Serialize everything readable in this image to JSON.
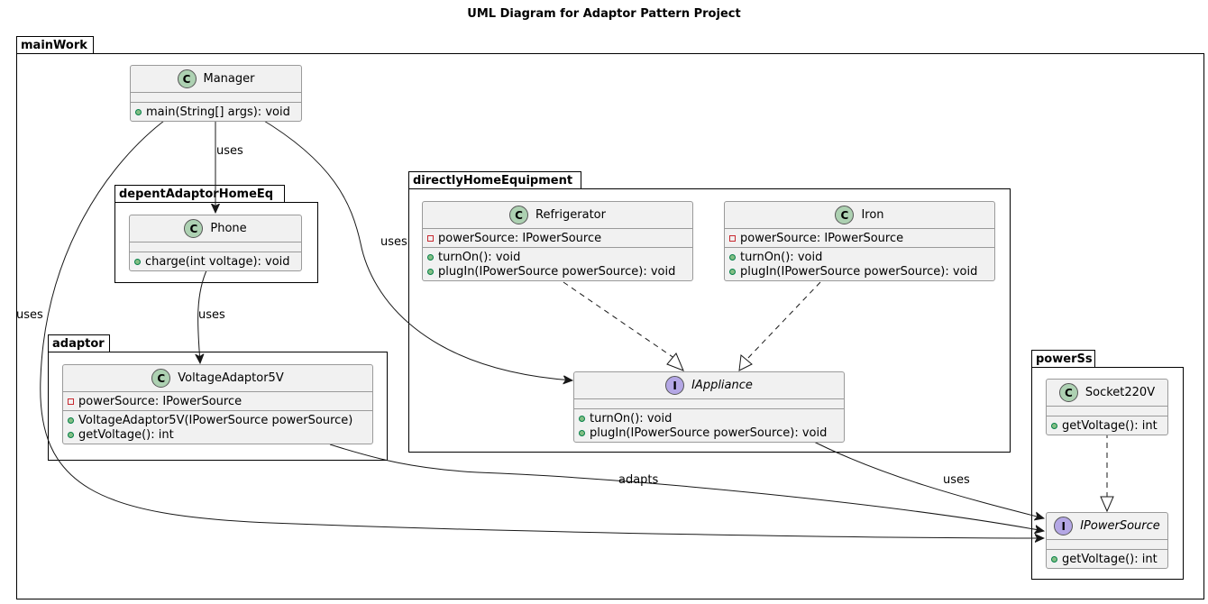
{
  "diagram": {
    "title": "UML Diagram for Adaptor Pattern Project",
    "packages": {
      "mainWork": "mainWork",
      "depentAdaptorHomeEq": "depentAdaptorHomeEq",
      "adaptor": "adaptor",
      "directlyHomeEquipment": "directlyHomeEquipment",
      "powerSs": "powerSs"
    },
    "classes": {
      "manager": {
        "kind": "class",
        "stereotype": "C",
        "name": "Manager",
        "fields": [],
        "methods": [
          {
            "vis": "public",
            "text": "main(String[] args): void"
          }
        ]
      },
      "phone": {
        "kind": "class",
        "stereotype": "C",
        "name": "Phone",
        "fields": [],
        "methods": [
          {
            "vis": "public",
            "text": "charge(int voltage): void"
          }
        ]
      },
      "voltage_adaptor": {
        "kind": "class",
        "stereotype": "C",
        "name": "VoltageAdaptor5V",
        "fields": [
          {
            "vis": "private",
            "text": "powerSource: IPowerSource"
          }
        ],
        "methods": [
          {
            "vis": "public",
            "text": "VoltageAdaptor5V(IPowerSource powerSource)"
          },
          {
            "vis": "public",
            "text": "getVoltage(): int"
          }
        ]
      },
      "refrigerator": {
        "kind": "class",
        "stereotype": "C",
        "name": "Refrigerator",
        "fields": [
          {
            "vis": "private",
            "text": "powerSource: IPowerSource"
          }
        ],
        "methods": [
          {
            "vis": "public",
            "text": "turnOn(): void"
          },
          {
            "vis": "public",
            "text": "plugIn(IPowerSource powerSource): void"
          }
        ]
      },
      "iron": {
        "kind": "class",
        "stereotype": "C",
        "name": "Iron",
        "fields": [
          {
            "vis": "private",
            "text": "powerSource: IPowerSource"
          }
        ],
        "methods": [
          {
            "vis": "public",
            "text": "turnOn(): void"
          },
          {
            "vis": "public",
            "text": "plugIn(IPowerSource powerSource): void"
          }
        ]
      },
      "iappliance": {
        "kind": "interface",
        "stereotype": "I",
        "name": "IAppliance",
        "fields": [],
        "methods": [
          {
            "vis": "public",
            "text": "turnOn(): void"
          },
          {
            "vis": "public",
            "text": "plugIn(IPowerSource powerSource): void"
          }
        ]
      },
      "socket": {
        "kind": "class",
        "stereotype": "C",
        "name": "Socket220V",
        "fields": [],
        "methods": [
          {
            "vis": "public",
            "text": "getVoltage(): int"
          }
        ]
      },
      "ipowersource": {
        "kind": "interface",
        "stereotype": "I",
        "name": "IPowerSource",
        "fields": [],
        "methods": [
          {
            "vis": "public",
            "text": "getVoltage(): int"
          }
        ]
      }
    },
    "relations": [
      {
        "from": "Manager",
        "to": "Phone",
        "type": "association",
        "label": "uses"
      },
      {
        "from": "Manager",
        "to": "IAppliance",
        "type": "association",
        "label": "uses"
      },
      {
        "from": "Manager",
        "to": "IPowerSource",
        "type": "association",
        "label": "uses"
      },
      {
        "from": "Phone",
        "to": "VoltageAdaptor5V",
        "type": "association",
        "label": "uses"
      },
      {
        "from": "VoltageAdaptor5V",
        "to": "IPowerSource",
        "type": "association",
        "label": "adapts"
      },
      {
        "from": "IAppliance",
        "to": "IPowerSource",
        "type": "association",
        "label": "uses"
      },
      {
        "from": "Refrigerator",
        "to": "IAppliance",
        "type": "realization",
        "label": ""
      },
      {
        "from": "Iron",
        "to": "IAppliance",
        "type": "realization",
        "label": ""
      },
      {
        "from": "Socket220V",
        "to": "IPowerSource",
        "type": "realization",
        "label": ""
      }
    ]
  },
  "colors": {
    "class_fill": "#f1f1f1",
    "class_border": "#9a9a9a",
    "class_stereotype": "#add1b2",
    "interface_stereotype": "#b4a7e5",
    "public_marker": "#84be84",
    "private_marker": "#c82930"
  }
}
